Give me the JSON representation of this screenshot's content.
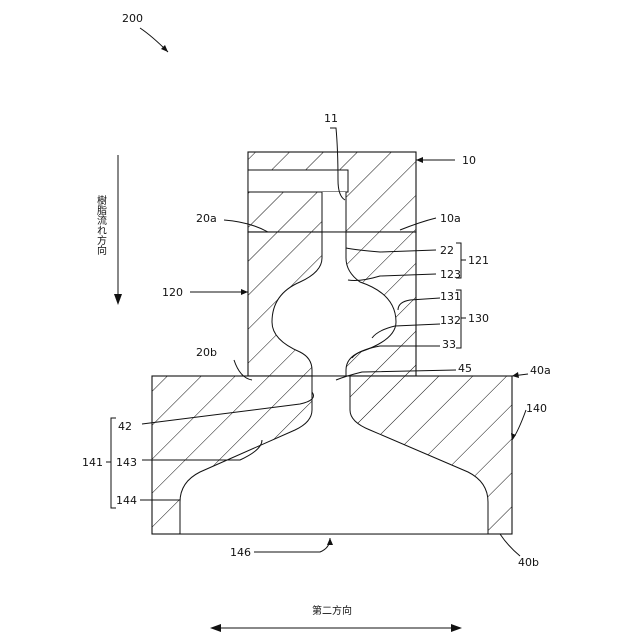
{
  "figure": {
    "ref_main": "200",
    "flow_label": "樹脂流れ方向",
    "second_direction_label": "第二方向"
  },
  "labels": {
    "l11": "11",
    "l10": "10",
    "l20a": "20a",
    "l10a": "10a",
    "l22": "22",
    "l121": "121",
    "l123": "123",
    "l120": "120",
    "l131": "131",
    "l132": "132",
    "l130": "130",
    "l20b": "20b",
    "l33": "33",
    "l45": "45",
    "l40a": "40a",
    "l140": "140",
    "l42": "42",
    "l141": "141",
    "l143": "143",
    "l144": "144",
    "l146": "146",
    "l40b": "40b"
  }
}
